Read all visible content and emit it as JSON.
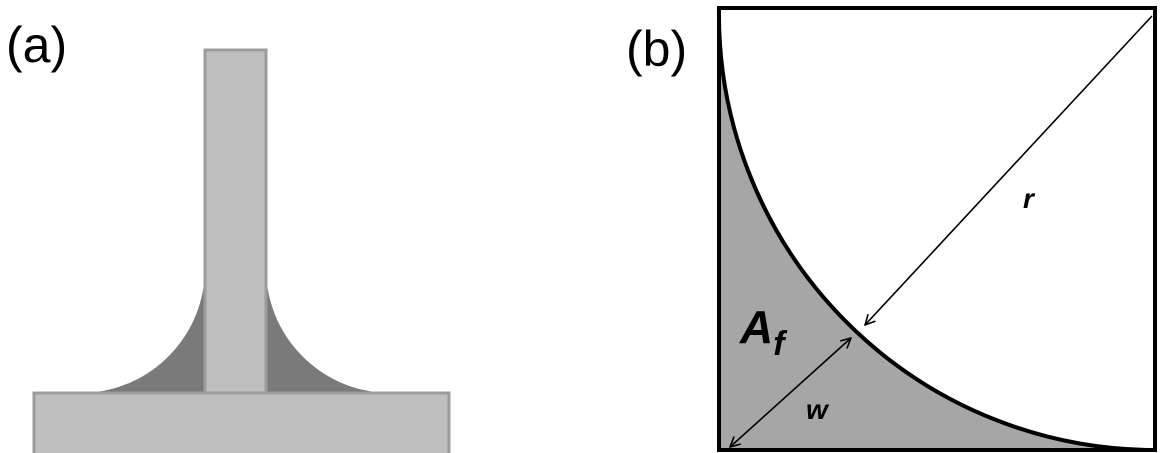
{
  "panel_a": {
    "label": "(a)"
  },
  "panel_b": {
    "label": "(b)",
    "area_label_main": "A",
    "area_label_sub": "f",
    "radius_label": "r",
    "width_label": "w"
  },
  "colors": {
    "light_gray": "#bfbfbf",
    "light_gray_border": "#9c9c9c",
    "dark_fillet": "#7a7a7a",
    "fillet_region": "#a6a6a6",
    "outline": "#000000",
    "background": "#ffffff"
  }
}
